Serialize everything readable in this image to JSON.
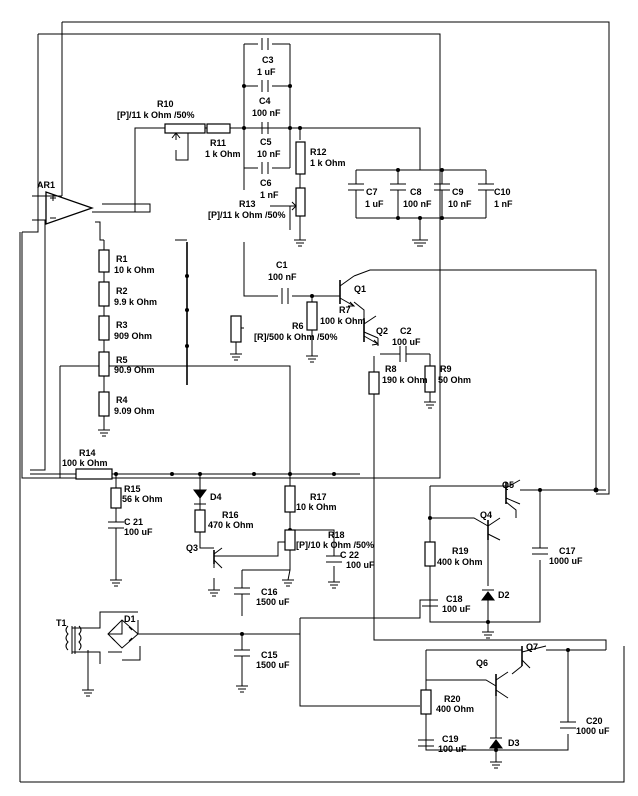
{
  "schematic": {
    "components": {
      "AR1": {
        "ref": "AR1"
      },
      "C3": {
        "ref": "C3",
        "value": "1 uF"
      },
      "C4": {
        "ref": "C4",
        "value": "100 nF"
      },
      "C5": {
        "ref": "C5",
        "value": "10 nF"
      },
      "C6": {
        "ref": "C6",
        "value": "1 nF"
      },
      "R10": {
        "ref": "R10",
        "value": "[P]/11 k Ohm /50%"
      },
      "R11": {
        "ref": "R11",
        "value": "1 k Ohm"
      },
      "R12": {
        "ref": "R12",
        "value": "1 k Ohm"
      },
      "R13": {
        "ref": "R13",
        "value": "[P]/11 k Ohm /50%"
      },
      "C7": {
        "ref": "C7",
        "value": "1 uF"
      },
      "C8": {
        "ref": "C8",
        "value": "100 nF"
      },
      "C9": {
        "ref": "C9",
        "value": "10 nF"
      },
      "C10": {
        "ref": "C10",
        "value": "1 nF"
      },
      "R1": {
        "ref": "R1",
        "value": "10 k Ohm"
      },
      "R2": {
        "ref": "R2",
        "value": "9.9 k Ohm"
      },
      "R3": {
        "ref": "R3",
        "value": "909  Ohm"
      },
      "R5": {
        "ref": "R5",
        "value": "90.9  Ohm"
      },
      "R4": {
        "ref": "R4",
        "value": "9.09  Ohm"
      },
      "C1": {
        "ref": "C1",
        "value": "100 nF"
      },
      "Q1": {
        "ref": "Q1"
      },
      "R7": {
        "ref": "R7",
        "value": "100 k Ohm"
      },
      "R6": {
        "ref": "R6",
        "value": "[R]/500 k Ohm /50%"
      },
      "Q2": {
        "ref": "Q2"
      },
      "C2": {
        "ref": "C2",
        "value": "100 uF"
      },
      "R8": {
        "ref": "R8",
        "value": "190 k Ohm"
      },
      "R9": {
        "ref": "R9",
        "value": "50  Ohm"
      },
      "R14": {
        "ref": "R14",
        "value": "100 k Ohm"
      },
      "R15": {
        "ref": "R15",
        "value": "56 k Ohm"
      },
      "C21": {
        "ref": "C 21",
        "value": "100 uF"
      },
      "D4": {
        "ref": "D4"
      },
      "R16": {
        "ref": "R16",
        "value": "470 k Ohm"
      },
      "Q3": {
        "ref": "Q3"
      },
      "R17": {
        "ref": "R17",
        "value": "10 k Ohm"
      },
      "R18": {
        "ref": "R18",
        "value": "[P]/10 k Ohm /50%"
      },
      "C22": {
        "ref": "C 22",
        "value": "100 uF"
      },
      "C16": {
        "ref": "C16",
        "value": "1500 uF"
      },
      "Q5": {
        "ref": "Q5"
      },
      "Q4": {
        "ref": "Q4"
      },
      "R19": {
        "ref": "R19",
        "value": "400 k Ohm"
      },
      "D2": {
        "ref": "D2"
      },
      "C18": {
        "ref": "C18",
        "value": "100 uF"
      },
      "C17": {
        "ref": "C17",
        "value": "1000 uF"
      },
      "T1": {
        "ref": "T1"
      },
      "D1": {
        "ref": "D1"
      },
      "C15": {
        "ref": "C15",
        "value": "1500 uF"
      },
      "Q7": {
        "ref": "Q7"
      },
      "Q6": {
        "ref": "Q6"
      },
      "R20": {
        "ref": "R20",
        "value": "400  Ohm"
      },
      "C19": {
        "ref": "C19",
        "value": "100 uF"
      },
      "D3": {
        "ref": "D3"
      },
      "C20": {
        "ref": "C20",
        "value": "1000 uF"
      }
    }
  }
}
